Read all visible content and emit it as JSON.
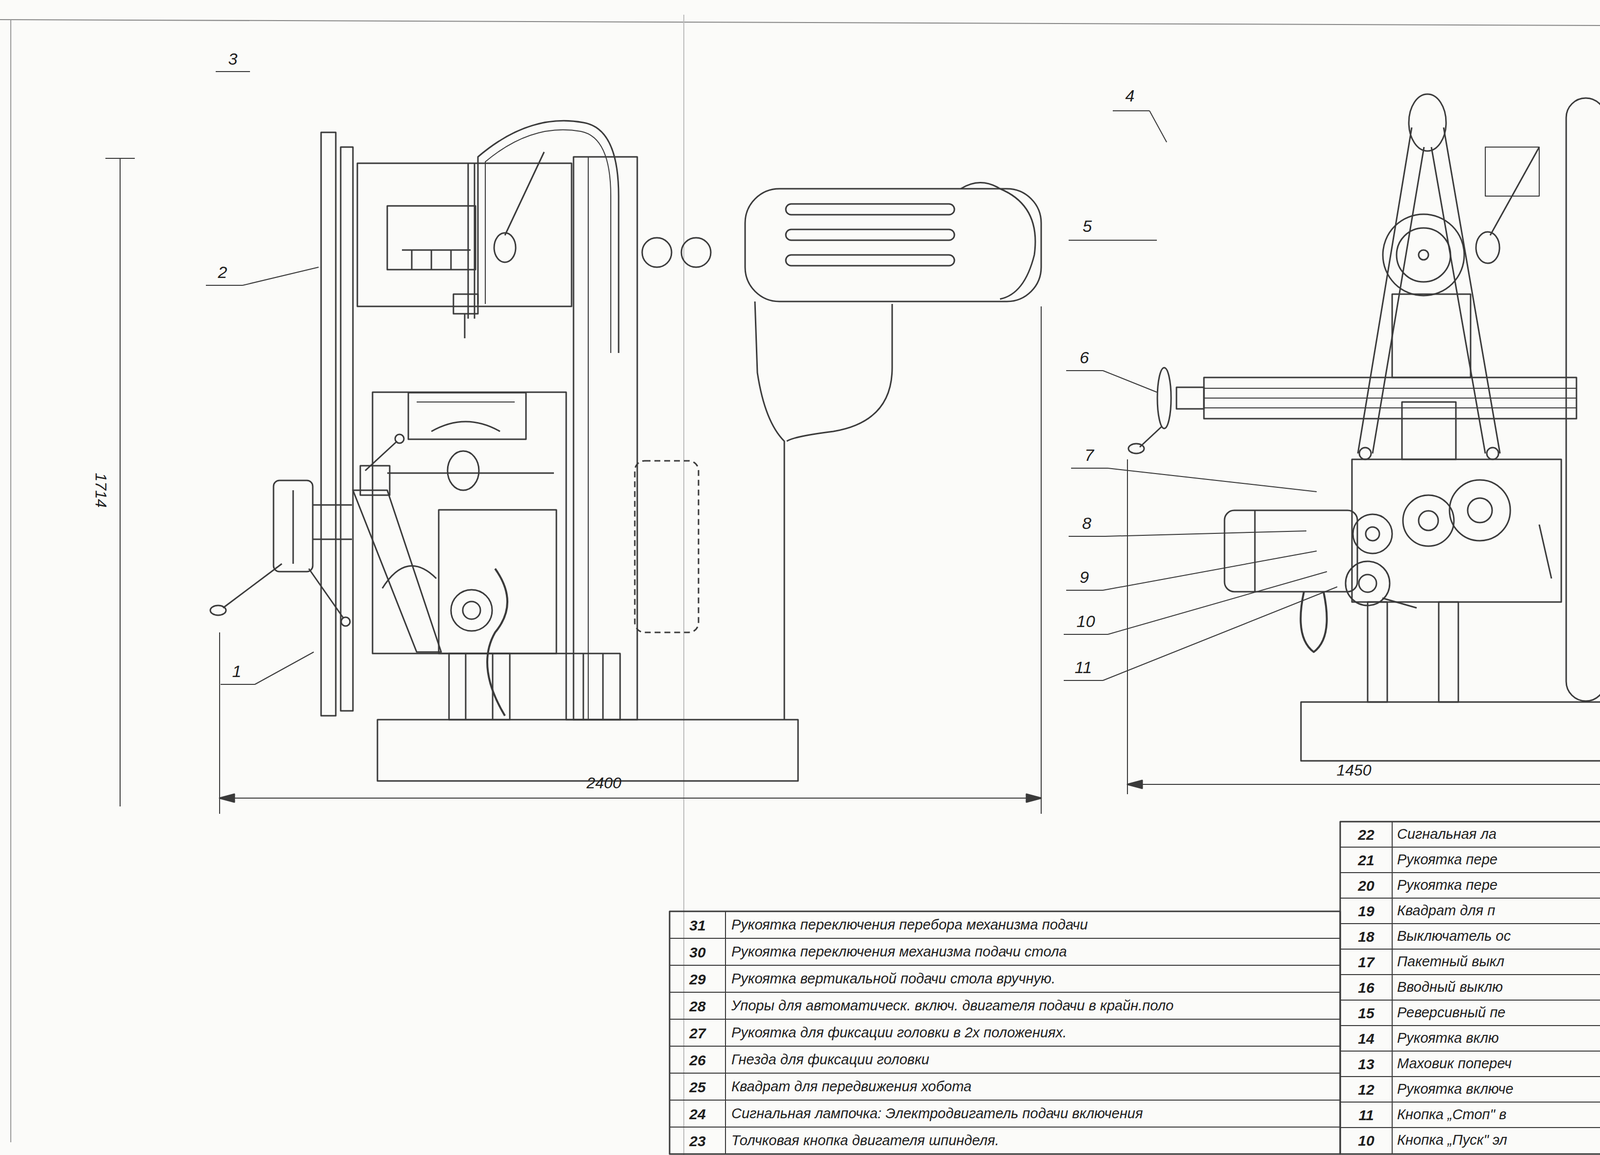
{
  "diagram": {
    "labels": [
      "3",
      "2",
      "1",
      "4",
      "5",
      "6",
      "7",
      "8",
      "9",
      "10",
      "11",
      "1714",
      "2400",
      "1450",
      "31",
      "Рукоятка переключения перебора механизма подачи",
      "30",
      "Рукоятка переключения механизма подачи стола",
      "29",
      "Рукоятка вертикальной подачи стола вручную.",
      "28",
      "Упоры для автоматическ. включ. двигателя подачи в крайн.поло",
      "27",
      "Рукоятка для фиксации головки в 2х положениях.",
      "26",
      "Гнезда для фиксации головки",
      "25",
      "Квадрат для передвижения хобота",
      "24",
      "Сигнальная лампочка: Электродвигатель подачи включения",
      "23",
      "Толчковая кнопка двигателя шпинделя.",
      "22",
      "Сигнальная ла",
      "21",
      "Рукоятка пере",
      "20",
      "Рукоятка пере",
      "19",
      "Квадрат для п",
      "18",
      "Выключатель ос",
      "17",
      "Пакетный выкл",
      "16",
      "Вводный выклю",
      "15",
      "Реверсивный пе",
      "14",
      "Рукоятка вклю",
      "13",
      "Маховик попереч",
      "12",
      "Рукоятка включе",
      "11",
      "Кнопка „Стоп\" в",
      "10",
      "Кнопка „Пуск\" эл"
    ]
  }
}
